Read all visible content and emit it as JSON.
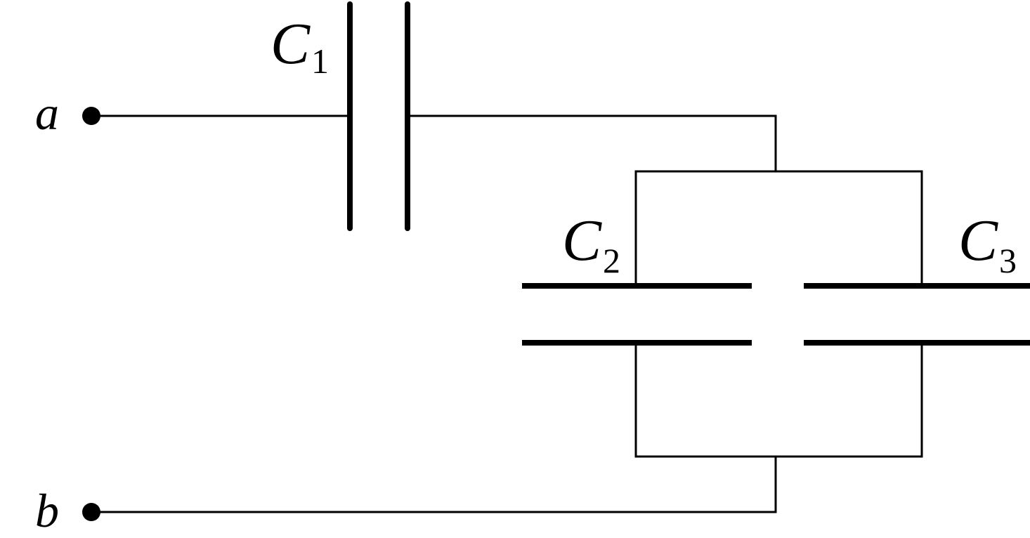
{
  "terminals": {
    "a": "a",
    "b": "b"
  },
  "capacitors": [
    {
      "id": "c1",
      "symbol": "C",
      "subscript": "1"
    },
    {
      "id": "c2",
      "symbol": "C",
      "subscript": "2"
    },
    {
      "id": "c3",
      "symbol": "C",
      "subscript": "3"
    }
  ],
  "colors": {
    "line": "#000000",
    "background": "#ffffff"
  }
}
